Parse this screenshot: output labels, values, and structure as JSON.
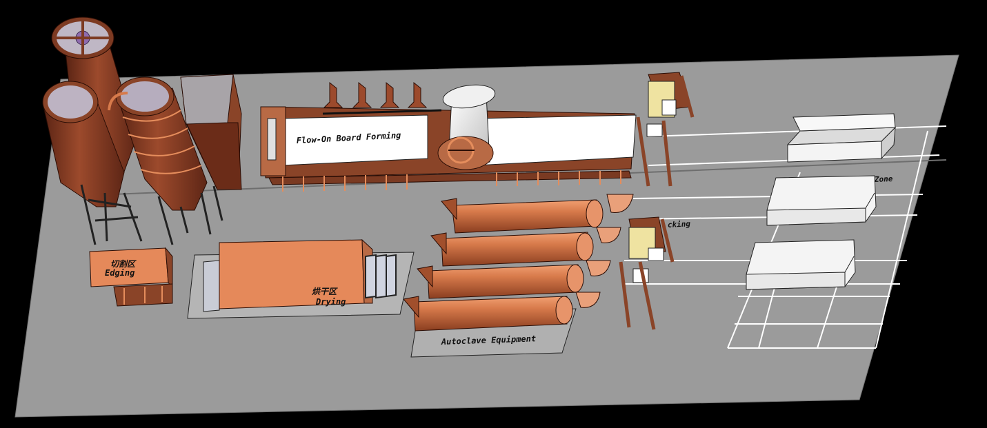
{
  "labels": {
    "forming": "Flow-On Board Forming",
    "edging_cn": "切割区",
    "edging_en": "Edging",
    "drying_cn": "烘干区",
    "drying_en": "Drying",
    "autoclave": "Autoclave Equipment",
    "stacking": "cking",
    "zone": "Zone"
  },
  "colors": {
    "background": "#000000",
    "floor": "#9b9b9b",
    "copper_dark": "#7a3a22",
    "copper": "#b86a45",
    "copper_light": "#e58d5c",
    "white_block": "#f4f4f4",
    "rail": "#ffffff"
  }
}
